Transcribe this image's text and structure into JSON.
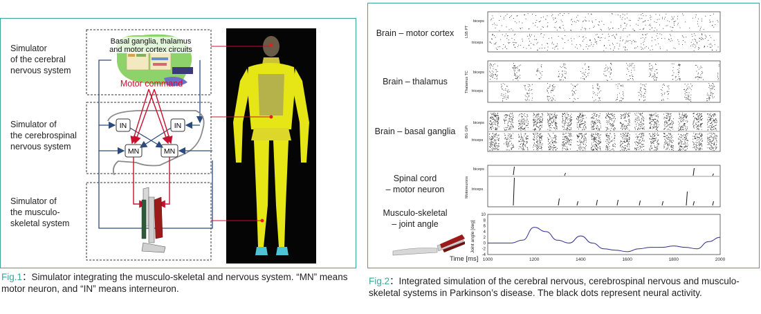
{
  "figure1": {
    "caption_label": "Fig.1",
    "caption_text": "：Simulator integrating the musculo-skeletal and nervous system. “MN” means motor neuron, and “IN” means interneuron.",
    "simulators": [
      {
        "line1": "Simulator",
        "line2": "of the cerebral",
        "line3": "nervous system"
      },
      {
        "line1": "Simulator of",
        "line2": "the cerebrospinal",
        "line3": "nervous system"
      },
      {
        "line1": "Simulator of",
        "line2": "the musculo-",
        "line3": "skeletal system"
      }
    ],
    "brain_title_1": "Basal ganglia, thalamus",
    "brain_title_2": "and motor cortex circuits",
    "motor_command": "Motor command",
    "in_label": "IN",
    "mn_label": "MN",
    "colors": {
      "accent": "#3aa59b",
      "command": "#c8102e",
      "wire": "#2a4b7c",
      "skeleton": "#e6e617"
    }
  },
  "figure2": {
    "caption_label": "Fig.2",
    "caption_text": "：Integrated simulation of the cerebral nervous, cerebrospinal nervous and musculo-skeletal systems in Parkinson’s disease. The black dots represent neural activity.",
    "rows": [
      {
        "label1": "Brain – motor cortex",
        "label2": "",
        "ylabel": "L5B PT",
        "top": "biceps",
        "bottom": "triceps"
      },
      {
        "label1": "Brain – thalamus",
        "label2": "",
        "ylabel": "Thalamus TC",
        "top": "biceps",
        "bottom": "triceps"
      },
      {
        "label1": "Brain – basal ganglia",
        "label2": "",
        "ylabel": "BG GPi",
        "top": "biceps",
        "bottom": "triceps"
      },
      {
        "label1": "Spinal cord",
        "label2": "– motor neuron",
        "ylabel": "Motoneurons",
        "top": "biceps",
        "bottom": "triceps"
      },
      {
        "label1": "Musculo-skeletal",
        "label2": "– joint angle",
        "ylabel": "Joint angle [deg]",
        "top": "",
        "bottom": ""
      }
    ],
    "x_axis_label": "Time [ms]"
  },
  "chart_data": {
    "type": "line",
    "x": [
      1000,
      1100,
      1150,
      1200,
      1250,
      1300,
      1350,
      1400,
      1450,
      1500,
      1550,
      1600,
      1650,
      1700,
      1750,
      1800,
      1850,
      1900,
      1950,
      2000
    ],
    "y": [
      0,
      0,
      1,
      5.5,
      4,
      1,
      0,
      2.5,
      0,
      -2,
      -2.5,
      -3,
      -2,
      -1.5,
      -1.5,
      -1,
      -1.5,
      -2,
      0.5,
      2
    ],
    "xlim": [
      1000,
      2000
    ],
    "ylim": [
      -4,
      10
    ],
    "xticks": [
      1000,
      1200,
      1400,
      1600,
      1800,
      2000
    ],
    "yticks": [
      -4,
      -2,
      0,
      2,
      4,
      6,
      8,
      10
    ],
    "xlabel": "Time [ms]",
    "ylabel": "Joint angle [deg]",
    "line_color": "#2b2b8f"
  }
}
